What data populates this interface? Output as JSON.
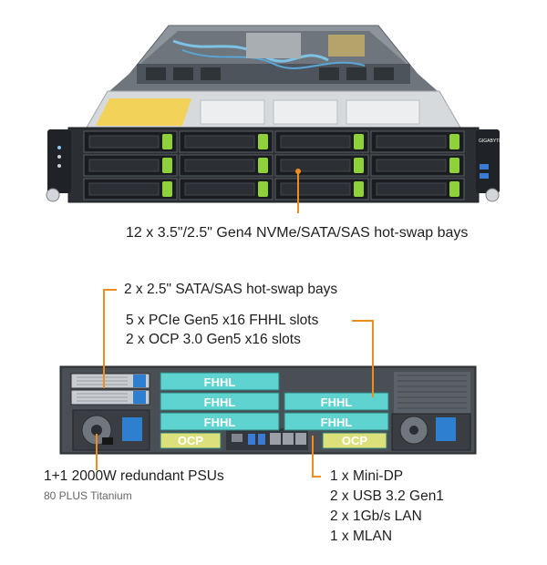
{
  "front": {
    "bays_label": "12 x 3.5\"/2.5\" Gen4 NVMe/SATA/SAS  hot-swap bays",
    "brand": "GIGABYTE"
  },
  "rear": {
    "small_bays_label": "2 x 2.5\" SATA/SAS hot-swap bays",
    "pcie_label": "5 x PCIe Gen5 x16 FHHL slots",
    "ocp_slots_label": "2 x OCP 3.0 Gen5 x16 slots",
    "slot_tag": "FHHL",
    "ocp_tag": "OCP",
    "psu_label": "1+1 2000W redundant PSUs",
    "psu_sub": "80 PLUS Titanium",
    "io": [
      "1 x Mini-DP",
      "2 x USB 3.2 Gen1",
      "2 x 1Gb/s LAN",
      "1 x MLAN"
    ]
  },
  "colors": {
    "accent_orange": "#f08c1e",
    "drive_green": "#8fd13a",
    "slot_teal": "#5fd3cf",
    "ocp_yellow": "#dbe07a"
  }
}
